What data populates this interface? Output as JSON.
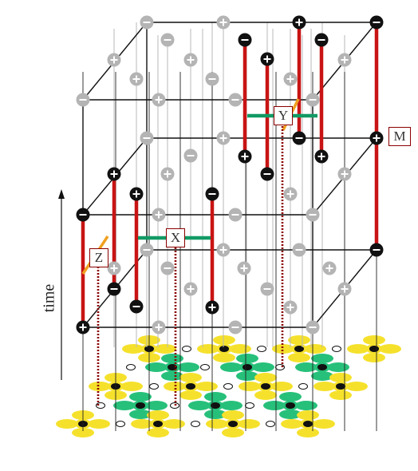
{
  "labels": {
    "time": "time",
    "x": "X",
    "y": "Y",
    "z": "Z",
    "m": "M"
  },
  "colors": {
    "lattice_line": "#111111",
    "faded_line": "#b8b8b8",
    "worldline": "#c81414",
    "link_green": "#119a64",
    "link_orange": "#f0a020",
    "dotted": "#8b0000",
    "plaquette_yellow": "#f5e12c",
    "plaquette_green": "#27c07a",
    "charge_black": "#111111",
    "charge_grey": "#b4b4b4"
  }
}
